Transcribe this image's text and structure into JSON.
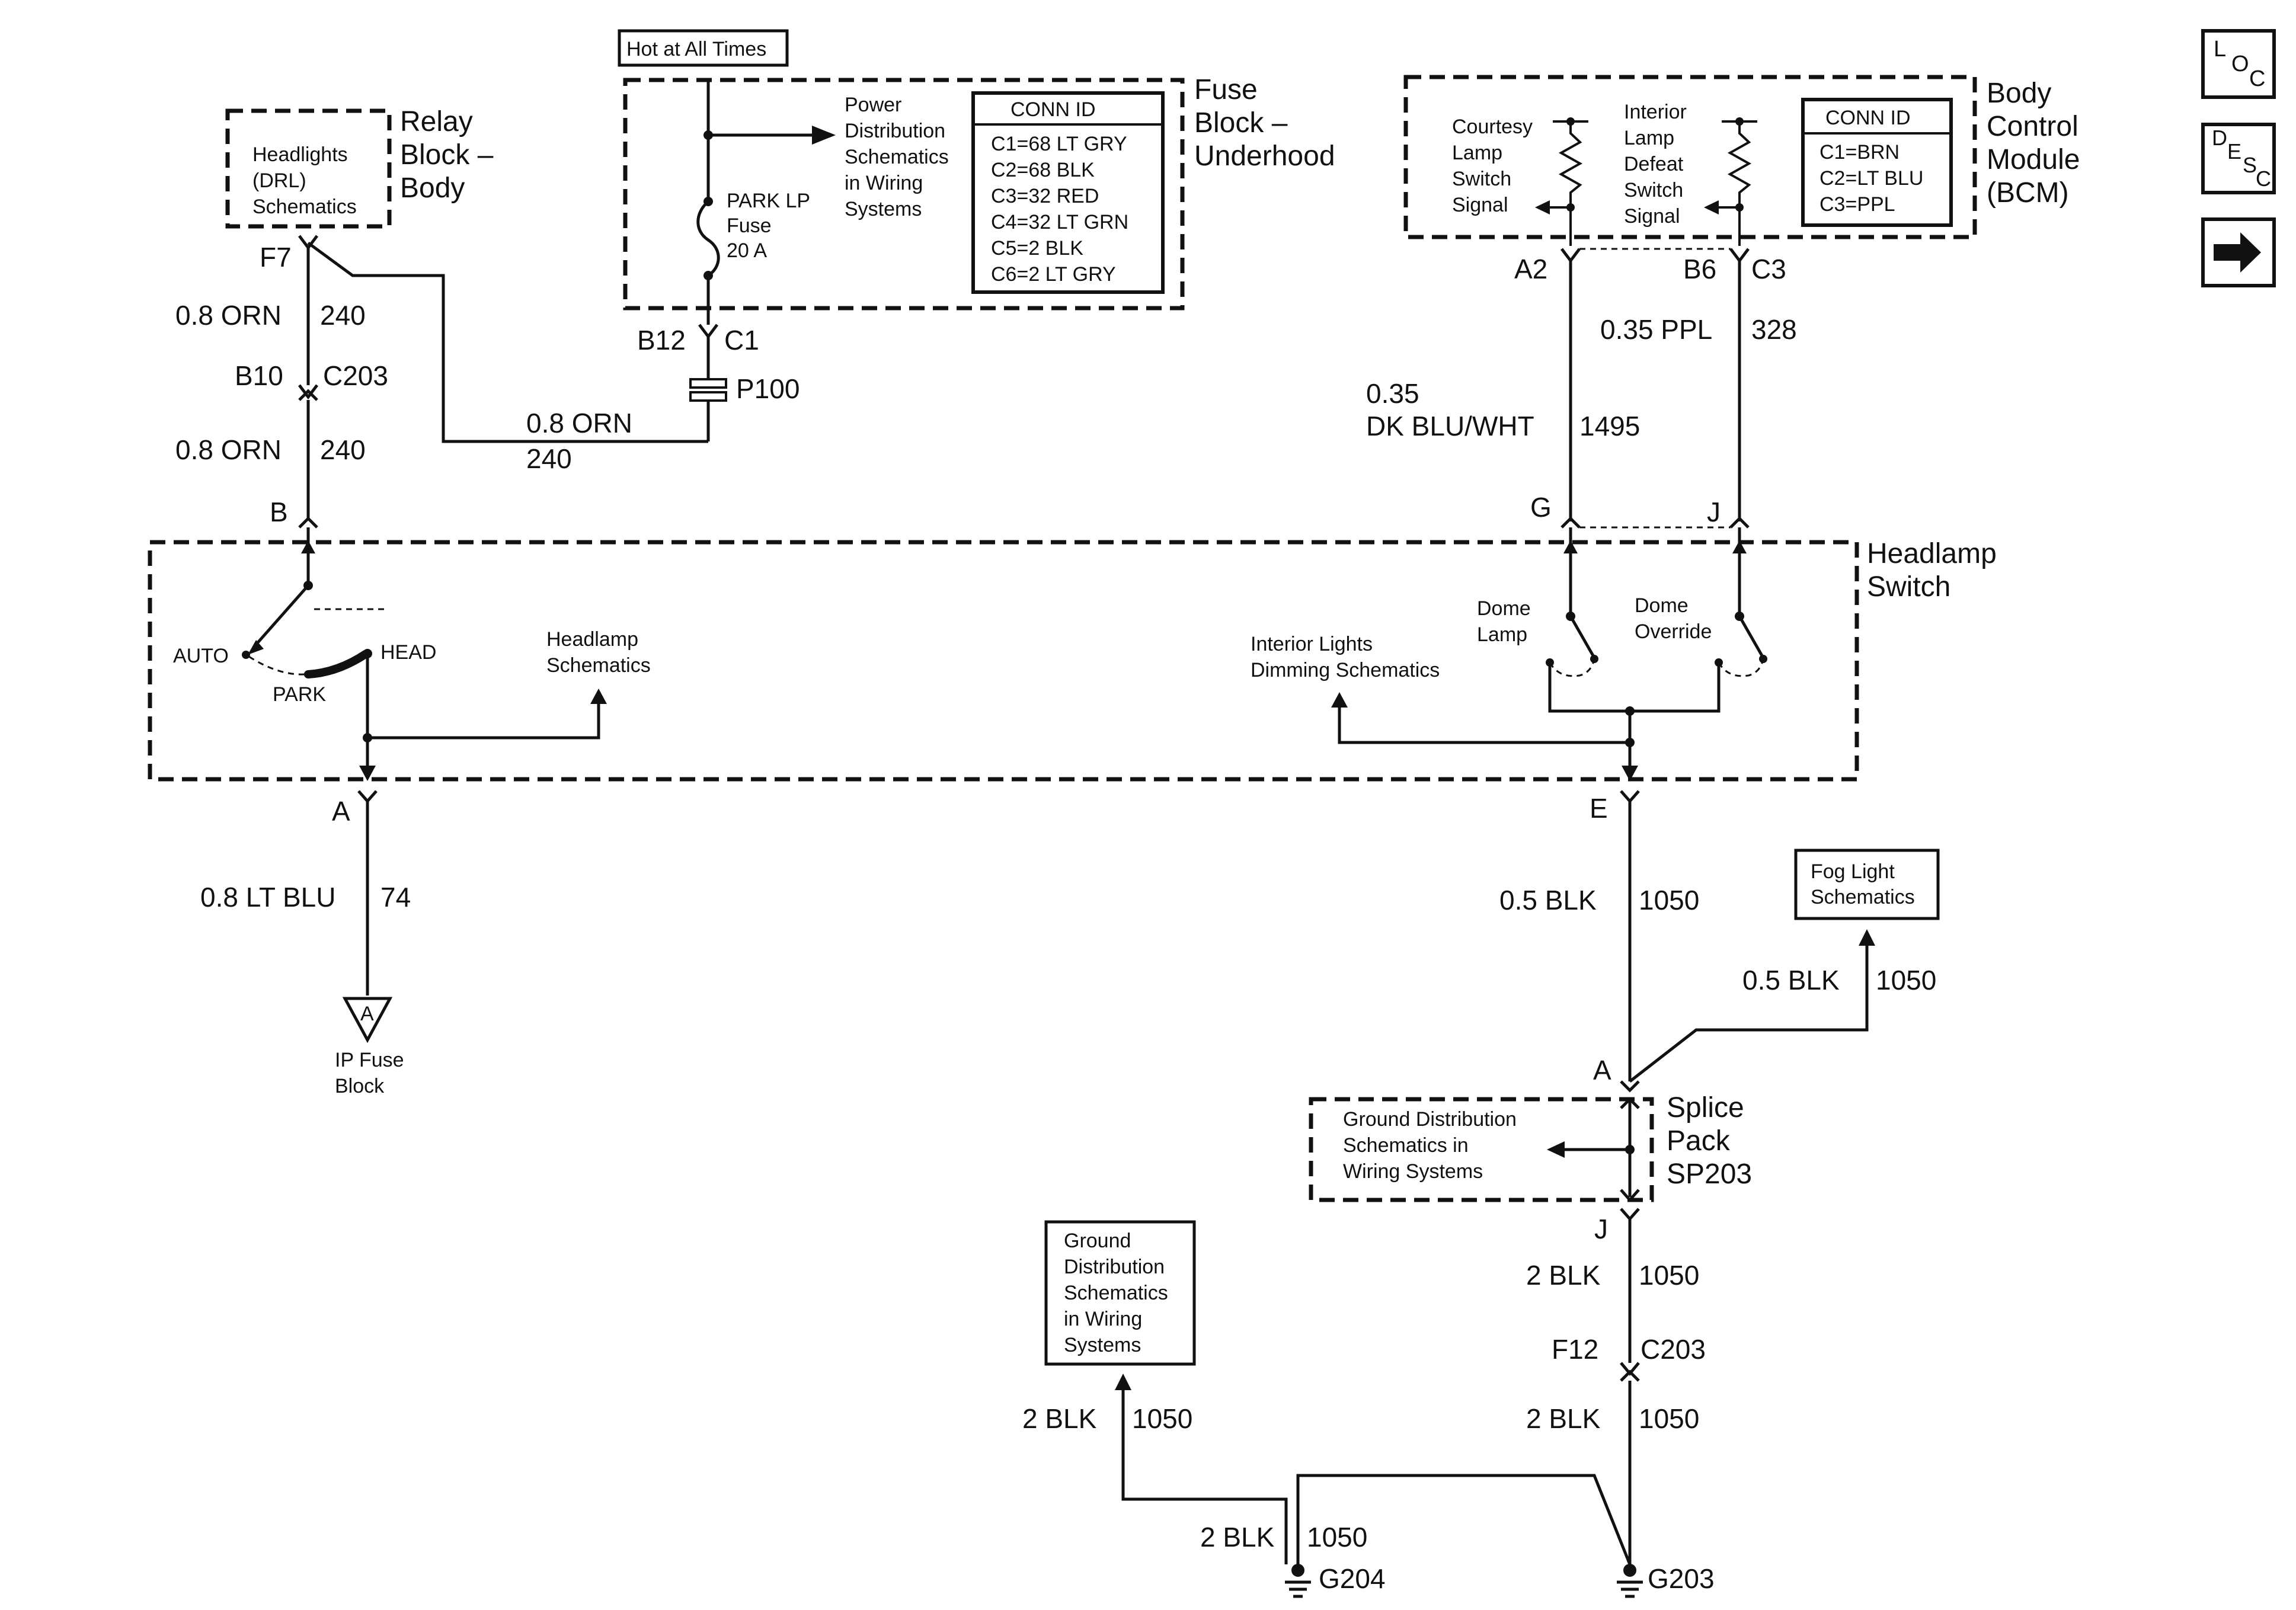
{
  "relay_block": {
    "title": [
      "Relay",
      "Block –",
      "Body"
    ],
    "content": [
      "Headlights",
      "(DRL)",
      "Schematics"
    ]
  },
  "fuse_block": {
    "header": "Hot at All Times",
    "title": [
      "Fuse",
      "Block –",
      "Underhood"
    ],
    "power_ref": [
      "Power",
      "Distribution",
      "Schematics",
      "in Wiring",
      "Systems"
    ],
    "fuse": [
      "PARK LP",
      "Fuse",
      "20 A"
    ],
    "conn_id": {
      "header": "CONN ID",
      "rows": [
        "C1=68 LT GRY",
        "C2=68 BLK",
        "C3=32 RED",
        "C4=32 LT GRN",
        "C5=2 BLK",
        "C6=2 LT GRY"
      ]
    }
  },
  "bcm": {
    "title": [
      "Body",
      "Control",
      "Module",
      "(BCM)"
    ],
    "courtesy": [
      "Courtesy",
      "Lamp",
      "Switch",
      "Signal"
    ],
    "defeat": [
      "Interior",
      "Lamp",
      "Defeat",
      "Switch",
      "Signal"
    ],
    "conn_id": {
      "header": "CONN ID",
      "rows": [
        "C1=BRN",
        "C2=LT BLU",
        "C3=PPL"
      ]
    }
  },
  "nav": {
    "loc": [
      "L",
      "O",
      "C"
    ],
    "desc": [
      "D",
      "E",
      "S",
      "C"
    ],
    "next": "➜"
  },
  "headlamp_switch": {
    "title": [
      "Headlamp",
      "Switch"
    ],
    "auto": "AUTO",
    "park": "PARK",
    "head": "HEAD",
    "headlamp_ref": [
      "Headlamp",
      "Schematics"
    ],
    "interior_ref": [
      "Interior Lights",
      "Dimming Schematics"
    ],
    "dome_lamp": [
      "Dome",
      "Lamp"
    ],
    "dome_override": [
      "Dome",
      "Override"
    ]
  },
  "pins": {
    "f7": "F7",
    "b10": "B10",
    "c203_a": "C203",
    "b_pin": "B",
    "a_pin": "A",
    "b12": "B12",
    "c1": "C1",
    "p100": "P100",
    "a2": "A2",
    "b6": "B6",
    "c3": "C3",
    "g_pin": "G",
    "j_pin": "J",
    "e_pin": "E",
    "a_splice": "A",
    "j_splice": "J",
    "f12": "F12",
    "c203_b": "C203"
  },
  "wires": {
    "w240a_gauge": "0.8 ORN",
    "w240a_num": "240",
    "w240b_gauge": "0.8 ORN",
    "w240b_num": "240",
    "w240c_gauge": "0.8 ORN",
    "w240c_num": "240",
    "w74_gauge": "0.8 LT BLU",
    "w74_num": "74",
    "w1495_gauge1": "0.35",
    "w1495_gauge2": "DK BLU/WHT",
    "w1495_num": "1495",
    "w328_gauge": "0.35 PPL",
    "w328_num": "328",
    "w1050a_gauge": "0.5 BLK",
    "w1050a_num": "1050",
    "w1050b_gauge": "0.5 BLK",
    "w1050b_num": "1050",
    "w1050c_gauge": "2 BLK",
    "w1050c_num": "1050",
    "w1050d_gauge": "2 BLK",
    "w1050d_num": "1050",
    "w1050e_gauge": "2 BLK",
    "w1050e_num": "1050",
    "w1050f_gauge": "2 BLK",
    "w1050f_num": "1050"
  },
  "refs": {
    "ip_fuse_symbol": "A",
    "ip_fuse": [
      "IP Fuse",
      "Block"
    ],
    "fog": [
      "Fog Light",
      "Schematics"
    ],
    "splice_title": [
      "Splice",
      "Pack",
      "SP203"
    ],
    "ground_dist_splice": [
      "Ground Distribution",
      "Schematics in",
      "Wiring Systems"
    ],
    "ground_dist_left": [
      "Ground",
      "Distribution",
      "Schematics",
      "in Wiring",
      "Systems"
    ]
  },
  "grounds": {
    "g204": "G204",
    "g203": "G203"
  }
}
